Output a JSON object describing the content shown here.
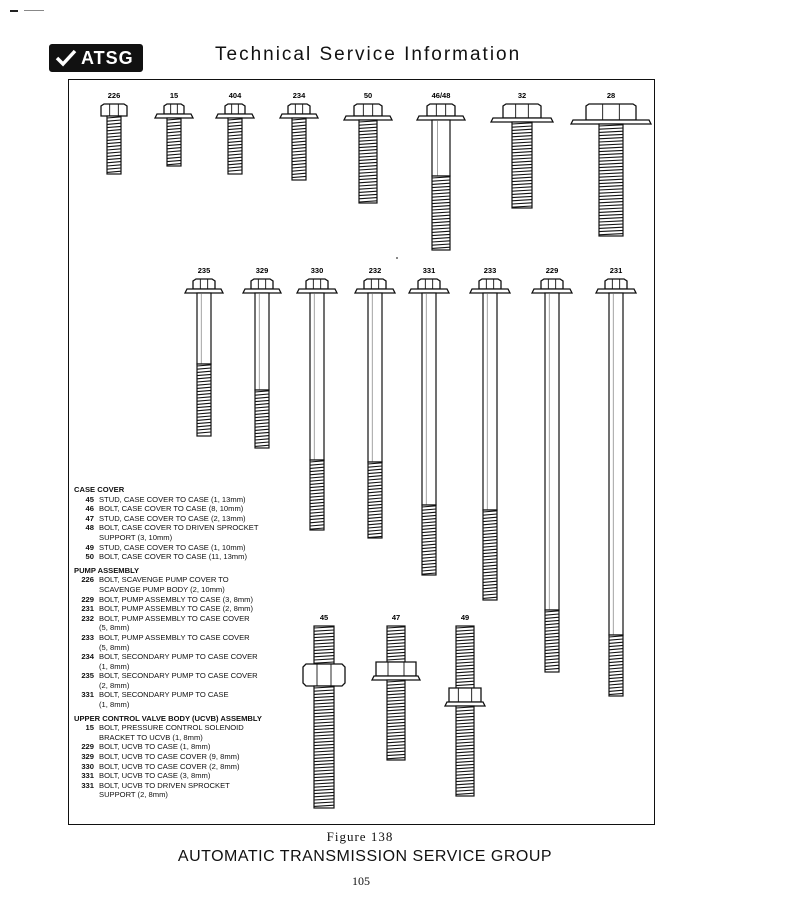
{
  "header": {
    "logo_text": "ATSG",
    "title": "Technical Service Information"
  },
  "figure": {
    "caption": "Figure 138",
    "bolt_labels": {
      "row1": [
        "226",
        "15",
        "404",
        "234",
        "50",
        "46/48",
        "32",
        "28"
      ],
      "row2": [
        "235",
        "329",
        "330",
        "232",
        "331",
        "233",
        "229",
        "231"
      ],
      "studs": [
        "45",
        "47",
        "49"
      ]
    }
  },
  "legend": {
    "sections": [
      {
        "title": "CASE COVER",
        "items": [
          {
            "num": "45",
            "lines": [
              "STUD, CASE COVER TO CASE (1, 13mm)"
            ]
          },
          {
            "num": "46",
            "lines": [
              "BOLT, CASE COVER TO CASE (8, 10mm)"
            ]
          },
          {
            "num": "47",
            "lines": [
              "STUD, CASE COVER TO CASE (2, 13mm)"
            ]
          },
          {
            "num": "48",
            "lines": [
              "BOLT, CASE COVER TO DRIVEN SPROCKET",
              "SUPPORT (3, 10mm)"
            ]
          },
          {
            "num": "49",
            "lines": [
              "STUD, CASE COVER TO CASE (1, 10mm)"
            ]
          },
          {
            "num": "50",
            "lines": [
              "BOLT, CASE COVER TO CASE (11, 13mm)"
            ]
          }
        ]
      },
      {
        "title": "PUMP ASSEMBLY",
        "items": [
          {
            "num": "226",
            "lines": [
              "BOLT, SCAVENGE PUMP COVER TO",
              "SCAVENGE PUMP BODY (2, 10mm)"
            ]
          },
          {
            "num": "229",
            "lines": [
              "BOLT, PUMP ASSEMBLY TO CASE (3, 8mm)"
            ]
          },
          {
            "num": "231",
            "lines": [
              "BOLT, PUMP ASSEMBLY TO CASE (2, 8mm)"
            ]
          },
          {
            "num": "232",
            "lines": [
              "BOLT, PUMP ASSEMBLY TO CASE COVER",
              "(5, 8mm)"
            ]
          },
          {
            "num": "233",
            "lines": [
              "BOLT, PUMP ASSEMBLY TO CASE COVER",
              "(5, 8mm)"
            ]
          },
          {
            "num": "234",
            "lines": [
              "BOLT, SECONDARY PUMP TO CASE COVER",
              "(1, 8mm)"
            ]
          },
          {
            "num": "235",
            "lines": [
              "BOLT, SECONDARY PUMP TO CASE COVER",
              "(2, 8mm)"
            ]
          },
          {
            "num": "331",
            "lines": [
              "BOLT, SECONDARY PUMP TO CASE",
              "(1, 8mm)"
            ]
          }
        ]
      },
      {
        "title": "UPPER CONTROL VALVE BODY (UCVB) ASSEMBLY",
        "items": [
          {
            "num": "15",
            "lines": [
              "BOLT, PRESSURE CONTROL SOLENOID",
              "BRACKET TO UCVB (1, 8mm)"
            ]
          },
          {
            "num": "229",
            "lines": [
              "BOLT, UCVB TO CASE (1, 8mm)"
            ]
          },
          {
            "num": "329",
            "lines": [
              "BOLT, UCVB TO CASE COVER (9, 8mm)"
            ]
          },
          {
            "num": "330",
            "lines": [
              "BOLT, UCVB TO CASE COVER (2, 8mm)"
            ]
          },
          {
            "num": "331",
            "lines": [
              "BOLT, UCVB TO CASE (3, 8mm)"
            ]
          },
          {
            "num": "331",
            "lines": [
              "BOLT, UCVB TO DRIVEN SPROCKET",
              "SUPPORT (2, 8mm)"
            ]
          }
        ]
      }
    ]
  },
  "footer": {
    "title": "AUTOMATIC TRANSMISSION SERVICE GROUP",
    "page_number": "105"
  }
}
